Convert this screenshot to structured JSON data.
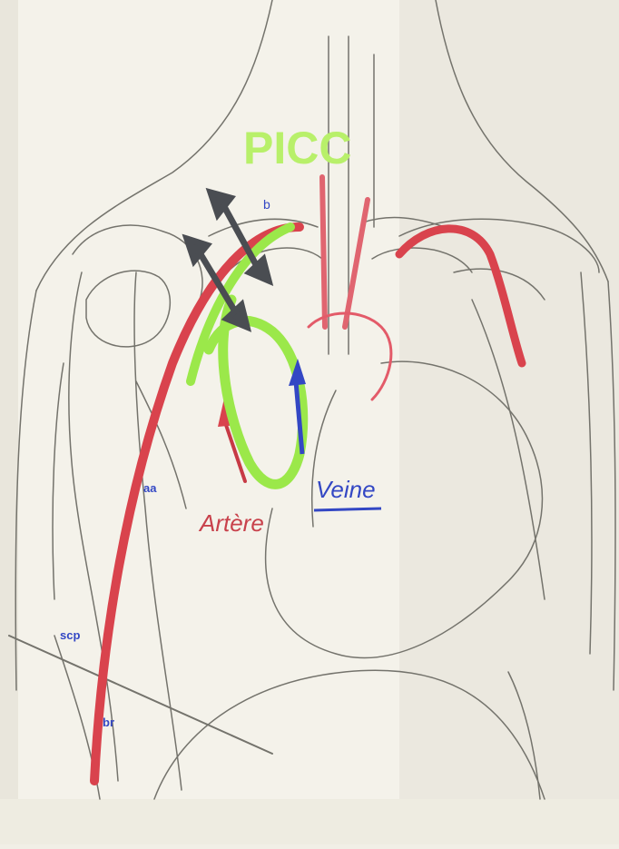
{
  "labels": {
    "pics": "PICC",
    "artere": "Artère",
    "veine": "Veine",
    "small_b": "b",
    "small_aa": "aa",
    "small_scp": "scp",
    "small_br": "br"
  },
  "colors": {
    "paper": "#f1efe6",
    "pencil": "#6f6f6a",
    "red": "#d9434d",
    "green": "#9be84a",
    "blue": "#3347c4",
    "gray_arrow": "#4a4d52",
    "marker_yellow_green": "#b8f06a"
  }
}
